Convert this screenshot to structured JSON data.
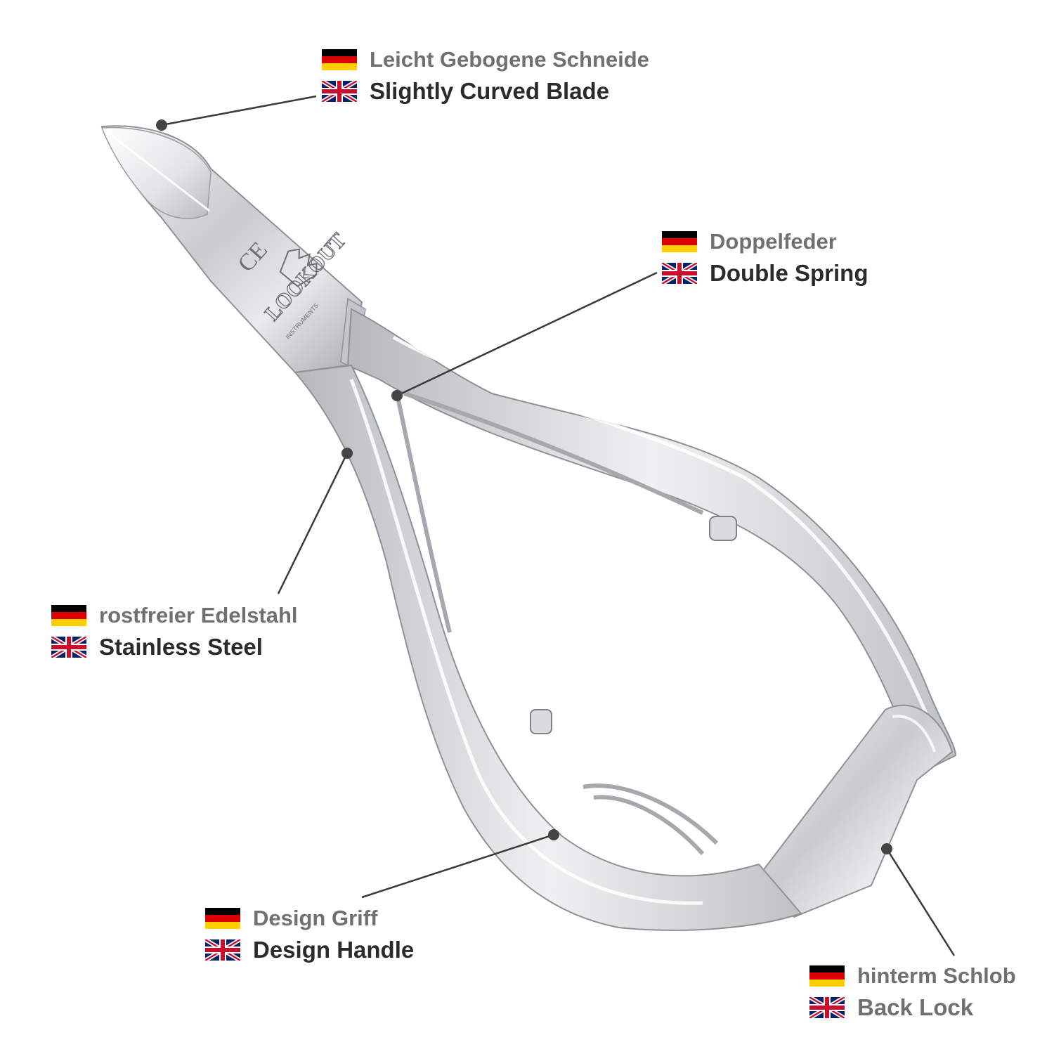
{
  "logo": {
    "brand": "LOOKOUT",
    "sub": "INSTRUMENTS",
    "mark": "CE"
  },
  "colors": {
    "text_de": "#707070",
    "text_en": "#2b2b2b",
    "leader": "#3a3a3a",
    "steel": "#d4d6d8"
  },
  "callouts": [
    {
      "de": "Leicht Gebogene Schneide",
      "en": "Slightly Curved Blade"
    },
    {
      "de": "Doppelfeder",
      "en": "Double Spring"
    },
    {
      "de": "rostfreier Edelstahl",
      "en": "Stainless Steel"
    },
    {
      "de": "Design Griff",
      "en": "Design Handle"
    },
    {
      "de": "hinterm Schlob",
      "en": "Back Lock"
    }
  ]
}
